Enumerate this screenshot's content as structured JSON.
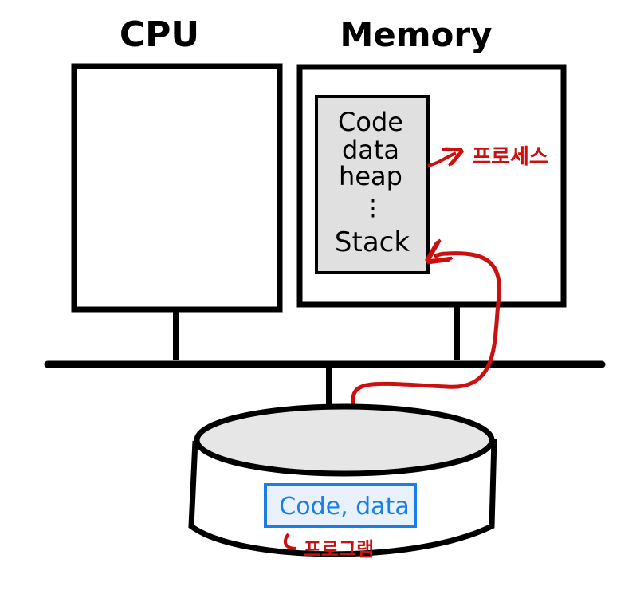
{
  "labels": {
    "cpu": "CPU",
    "memory": "Memory",
    "memory_segments": [
      "Code",
      "data",
      "heap",
      "⋮",
      "Stack"
    ],
    "process": "프로세스",
    "disk_content": "Code, data",
    "program": "프로그램"
  },
  "colors": {
    "stroke": "#000000",
    "segment_fill": "#e0e0e0",
    "disk_top": "#e6e6e6",
    "arrow": "#cc1010",
    "highlight": "#1a7ee6",
    "highlight_fill": "#e9f2fc"
  }
}
